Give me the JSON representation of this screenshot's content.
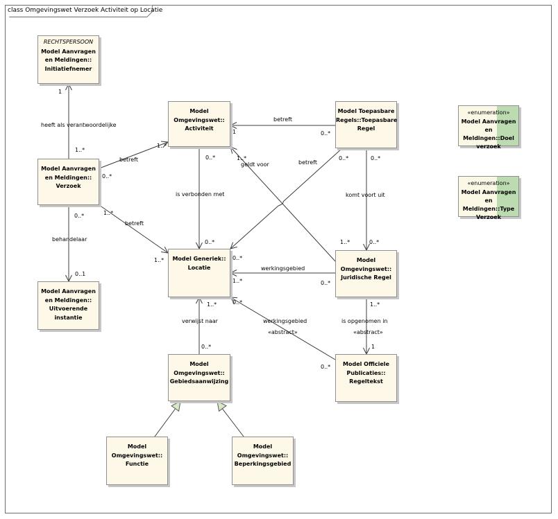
{
  "frame": {
    "title": "class Omgevingswet Verzoek Activiteit op Locatie"
  },
  "classes": [
    {
      "id": "initiatiefnemer",
      "stereotype": "RECHTSPERSOON",
      "lines": [
        "Model Aanvragen",
        "en Meldingen::",
        "Initiatiefnemer"
      ]
    },
    {
      "id": "activiteit",
      "lines": [
        "Model",
        "Omgevingswet::",
        "Activiteit"
      ]
    },
    {
      "id": "toepasbare-regel",
      "lines": [
        "Model Toepasbare",
        "Regels::Toepasbare",
        "Regel"
      ]
    },
    {
      "id": "verzoek",
      "lines": [
        "Model Aanvragen",
        "en Meldingen::",
        "Verzoek"
      ]
    },
    {
      "id": "locatie",
      "lines": [
        "Model Generiek::",
        "Locatie"
      ]
    },
    {
      "id": "juridische-regel",
      "lines": [
        "Model",
        "Omgevingswet::",
        "Juridische Regel"
      ]
    },
    {
      "id": "uitvoerende-instantie",
      "lines": [
        "Model Aanvragen",
        "en Meldingen::",
        "Uitvoerende",
        "instantie"
      ]
    },
    {
      "id": "gebiedsaanwijzing",
      "lines": [
        "Model",
        "Omgevingswet::",
        "Gebiedsaanwijzing"
      ]
    },
    {
      "id": "regeltekst",
      "lines": [
        "Model Officiele",
        "Publicaties::",
        "Regeltekst"
      ]
    },
    {
      "id": "functie",
      "lines": [
        "Model",
        "Omgevingswet::",
        "Functie"
      ]
    },
    {
      "id": "beperkingsgebied",
      "lines": [
        "Model",
        "Omgevingswet::",
        "Beperkingsgebied"
      ]
    },
    {
      "id": "doel-verzoek",
      "stereotype": "«enumeration»",
      "enum": true,
      "lines": [
        "Model Aanvragen",
        "en Meldingen::Doel",
        "verzoek"
      ]
    },
    {
      "id": "type-verzoek",
      "stereotype": "«enumeration»",
      "enum": true,
      "lines": [
        "Model Aanvragen",
        "en Meldingen::Type",
        "Verzoek"
      ]
    }
  ],
  "association_labels": [
    "heeft als verantwoordelijke",
    "betreft",
    "betreft",
    "betreft",
    "betreft",
    "is verbonden met",
    "geldt voor",
    "komt voort uit",
    "werkingsgebied",
    "behandelaar",
    "verwijst naar",
    "werkingsgebied",
    "«abstract»",
    "is opgenomen in",
    "«abstract»"
  ],
  "multiplicities": [
    "1",
    "1..*",
    "1..*",
    "0..*",
    "1",
    "0..*",
    "0..*",
    "0..*",
    "0..*",
    "1..*",
    "1..*",
    "0..*",
    "1..*",
    "1..*",
    "0..*",
    "1..*",
    "0..*",
    "0..*",
    "0..1",
    "0..*",
    "1..*",
    "0..*",
    "0..*",
    "1..*",
    "1",
    "0..*"
  ],
  "colors": {
    "class_fill": "#fdf8e8",
    "enum_accent": "#bcdbb0",
    "line": "#3c3c3c",
    "generalization_fill": "#d7e8c6"
  }
}
